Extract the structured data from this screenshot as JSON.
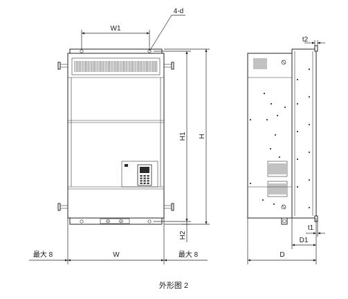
{
  "labels": {
    "holes": "4-d",
    "w1": "W1",
    "w": "W",
    "h": "H",
    "h1": "H1",
    "h2": "H2",
    "d": "D",
    "d1": "D1",
    "t1": "t1",
    "t2": "t2",
    "clearance_left": "最大 8",
    "clearance_right": "最大 8"
  },
  "caption": "外形图 2"
}
